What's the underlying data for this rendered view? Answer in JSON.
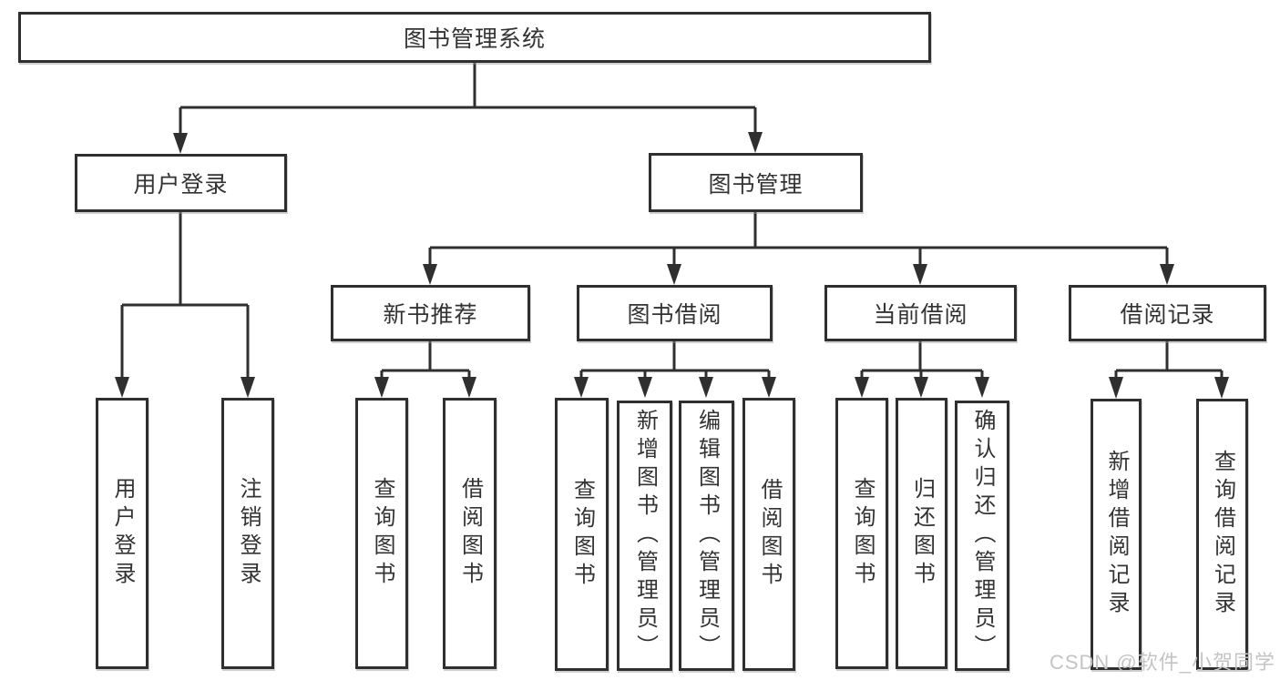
{
  "diagram": {
    "type": "hierarchy-tree",
    "root": {
      "label": "图书管理系统",
      "children": [
        {
          "label": "用户登录",
          "children": [
            {
              "label": "用户登录"
            },
            {
              "label": "注销登录"
            }
          ]
        },
        {
          "label": "图书管理",
          "children": [
            {
              "label": "新书推荐",
              "children": [
                {
                  "label": "查询图书"
                },
                {
                  "label": "借阅图书"
                }
              ]
            },
            {
              "label": "图书借阅",
              "children": [
                {
                  "label": "查询图书"
                },
                {
                  "label": "新增图书（管理员）"
                },
                {
                  "label": "编辑图书（管理员）"
                },
                {
                  "label": "借阅图书"
                }
              ]
            },
            {
              "label": "当前借阅",
              "children": [
                {
                  "label": "查询图书"
                },
                {
                  "label": "归还图书"
                },
                {
                  "label": "确认归还（管理员）"
                }
              ]
            },
            {
              "label": "借阅记录",
              "children": [
                {
                  "label": "新增借阅记录"
                },
                {
                  "label": "查询借阅记录"
                }
              ]
            }
          ]
        }
      ]
    },
    "watermark": "CSDN @软件_小贺同学",
    "colors": {
      "line": "#2f2f2f",
      "border": "#2f2f2f",
      "text": "#333333",
      "watermark": "#c4c4c4",
      "background": "#ffffff"
    }
  }
}
